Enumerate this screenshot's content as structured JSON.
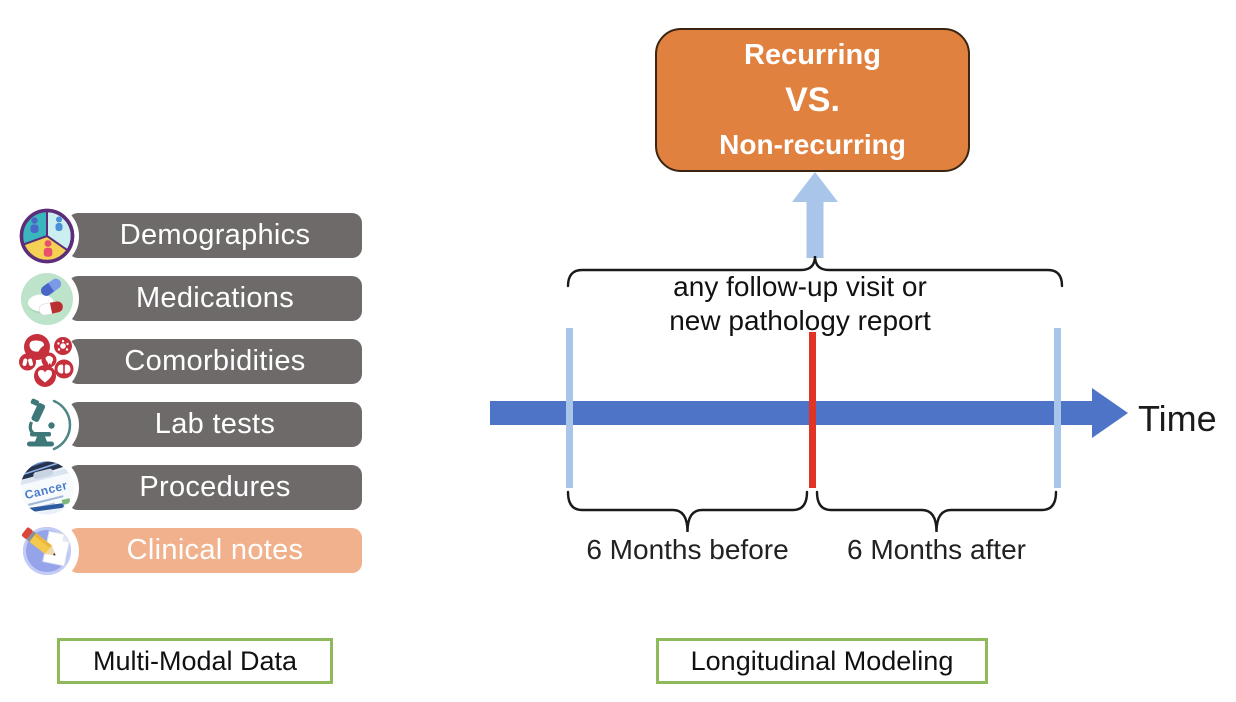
{
  "modalities": {
    "items": [
      {
        "label": "Demographics"
      },
      {
        "label": "Medications"
      },
      {
        "label": "Comorbidities"
      },
      {
        "label": "Lab tests"
      },
      {
        "label": "Procedures"
      },
      {
        "label": "Clinical notes"
      }
    ],
    "procedures_icon_text": "Cancer",
    "caption": "Multi-Modal Data"
  },
  "timeline": {
    "outcome_box": {
      "line1": "Recurring",
      "line2": "VS.",
      "line3": "Non-recurring"
    },
    "annotation": {
      "line1": "any follow-up visit or",
      "line2": "new pathology report"
    },
    "axis_label": "Time",
    "before_label": "6 Months before",
    "after_label": "6 Months after",
    "caption": "Longitudinal Modeling"
  },
  "colors": {
    "bar_gray": "#6F6A6A",
    "bar_highlight": "#F0B18C",
    "outcome_fill": "#E0813F",
    "outcome_border": "#3A2513",
    "light_blue": "#A9C5E9",
    "timeline_blue": "#4D74C7",
    "event_red": "#E23425",
    "caption_border_green": "#8FBA5B"
  }
}
